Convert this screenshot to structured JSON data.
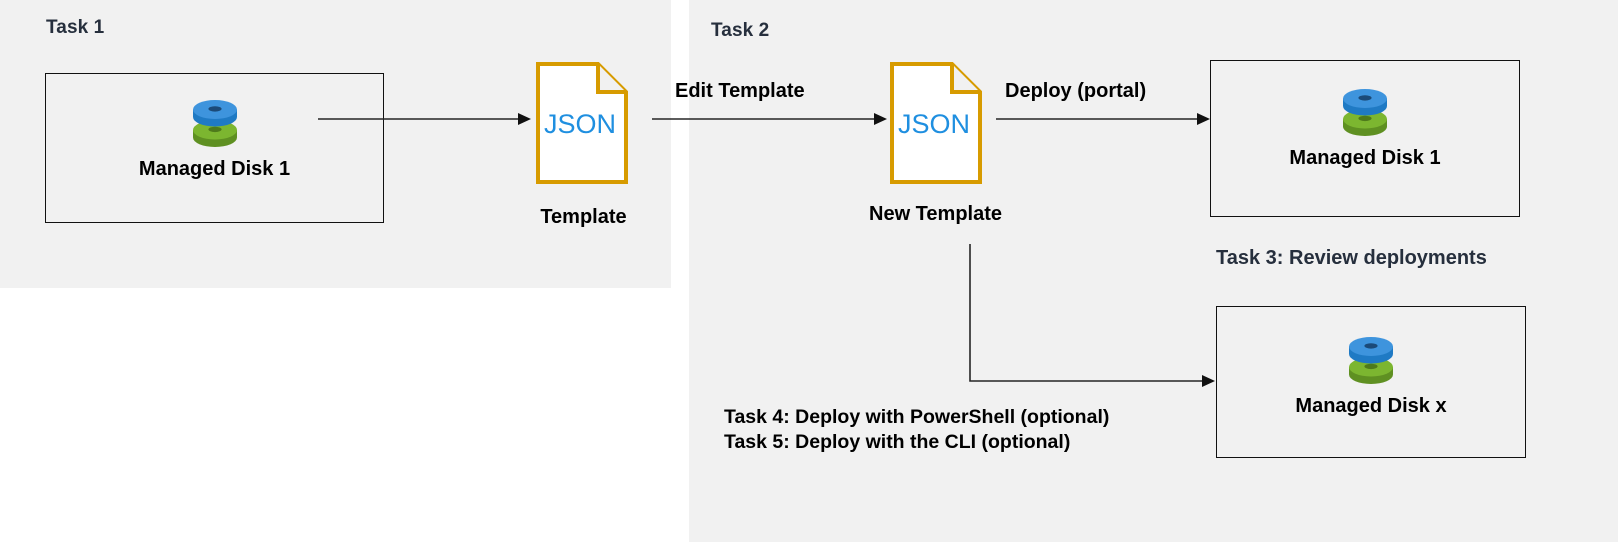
{
  "diagram": {
    "title_tasks": {
      "task1": "Task 1",
      "task2": "Task 2",
      "task3": "Task 3: Review deployments"
    },
    "panels": [
      {
        "name": "task-1-panel",
        "color": "#f1f1f1"
      },
      {
        "name": "task-2-panel",
        "color": "#f1f1f1"
      }
    ],
    "nodes": {
      "managed_disk_1_left": {
        "label": "Managed Disk 1",
        "icon": "managed-disk-icon"
      },
      "template_left": {
        "doc_text": "JSON",
        "label": "Template",
        "icon": "json-document-icon"
      },
      "template_right": {
        "doc_text": "JSON",
        "label": "New Template",
        "icon": "json-document-icon"
      },
      "managed_disk_1_right": {
        "label": "Managed Disk 1",
        "icon": "managed-disk-icon"
      },
      "managed_disk_x": {
        "label": "Managed Disk x",
        "icon": "managed-disk-icon"
      }
    },
    "connectors": {
      "disk_to_template": "",
      "edit_template": "Edit Template",
      "deploy_portal": "Deploy (portal)",
      "elbow_to_diskx": ""
    },
    "optional_tasks": {
      "task4": "Task 4: Deploy with PowerShell (optional)",
      "task5": "Task 5: Deploy with the CLI (optional)"
    },
    "colors": {
      "panel_bg": "#f1f1f1",
      "page_bg": "#ffffff",
      "task_heading": "#262f3d",
      "body_text": "#000000",
      "doc_border": "#d79b00",
      "json_text": "#1f8fe0",
      "disk_blue": "#3e94dd",
      "disk_blue_dark": "#1f7ac4",
      "disk_green": "#7cb630",
      "disk_green_dark": "#5f9022",
      "disk_hole": "#1b4a78",
      "box_border": "#111111",
      "connector": "#262626"
    }
  }
}
